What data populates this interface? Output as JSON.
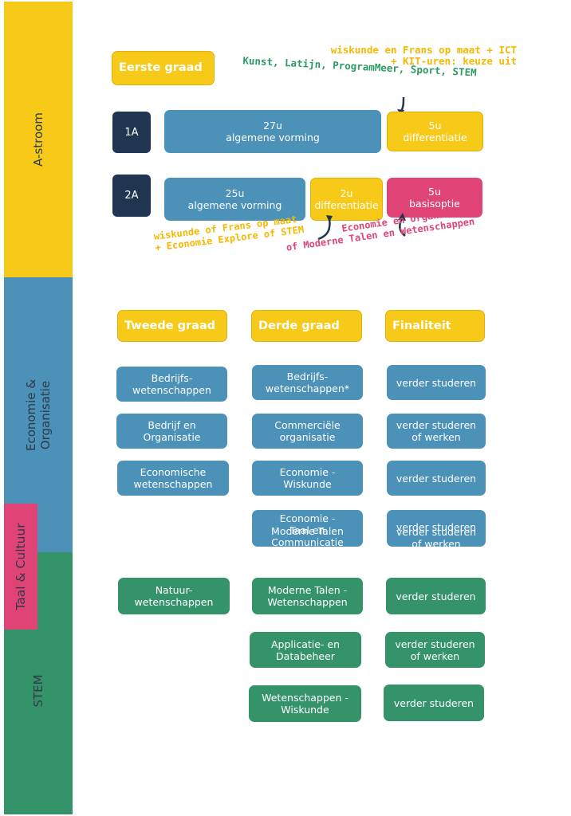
{
  "sidebar": {
    "a_stroom": "A-stroom",
    "economie": "Economie & Organisatie",
    "taal": "Taal & Cultuur",
    "stem": "STEM"
  },
  "eerste_graad": {
    "header": "Eerste graad",
    "row_1a": {
      "label": "1A",
      "algemeen": "27u\nalgemene vorming",
      "differentiatie": "5u\ndifferentiatie"
    },
    "row_2a": {
      "label": "2A",
      "algemeen": "25u\nalgemene vorming",
      "differentiatie": "2u\ndifferentiatie",
      "basisoptie": "5u\nbasisoptie"
    },
    "note_top_yellow": "wiskunde en Frans op maat + ICT\n+ KIT-uren: keuze uit",
    "note_top_green": "Kunst, Latijn, ProgramMeer, Sport, STEM",
    "note_left_yellow": "wiskunde of Frans op maat\n+ Economie Explore of STEM",
    "note_right_pink": "Economie en Organisatie\nof Moderne Talen en Wetenschappen"
  },
  "headers": {
    "tweede": "Tweede graad",
    "derde": "Derde graad",
    "finaliteit": "Finaliteit"
  },
  "rows": [
    {
      "tweede": "Bedrijfs-\nwetenschappen",
      "derde": "Bedrijfs-\nwetenschappen*",
      "finaliteit": "verder studeren"
    },
    {
      "tweede": "Bedrijf en\nOrganisatie",
      "derde": "Commerciële\norganisatie",
      "finaliteit": "verder studeren\nof werken"
    },
    {
      "tweede": "Economische\nwetenschappen",
      "derde": "Economie -\nWiskunde",
      "finaliteit": "verder studeren"
    },
    {
      "derde_a": "Economie -\nTaal en\nCommunicatie",
      "derde_b": "Moderne Talen",
      "finaliteit_a": "verder studeren",
      "finaliteit_b": "verder studeren\nof werken"
    },
    {
      "tweede": "Natuur-\nwetenschappen",
      "derde": "Moderne Talen -\nWetenschappen",
      "finaliteit": "verder studeren"
    },
    {
      "derde": "Applicatie- en\nDatabeheer",
      "finaliteit": "verder studeren\nof werken"
    },
    {
      "derde": "Wetenschappen -\nWiskunde",
      "finaliteit": "verder studeren"
    }
  ],
  "colors": {
    "yellow": "#f7c918",
    "blue": "#4b91b8",
    "green": "#35936a",
    "pink": "#e04477",
    "navy": "#1f3550"
  }
}
